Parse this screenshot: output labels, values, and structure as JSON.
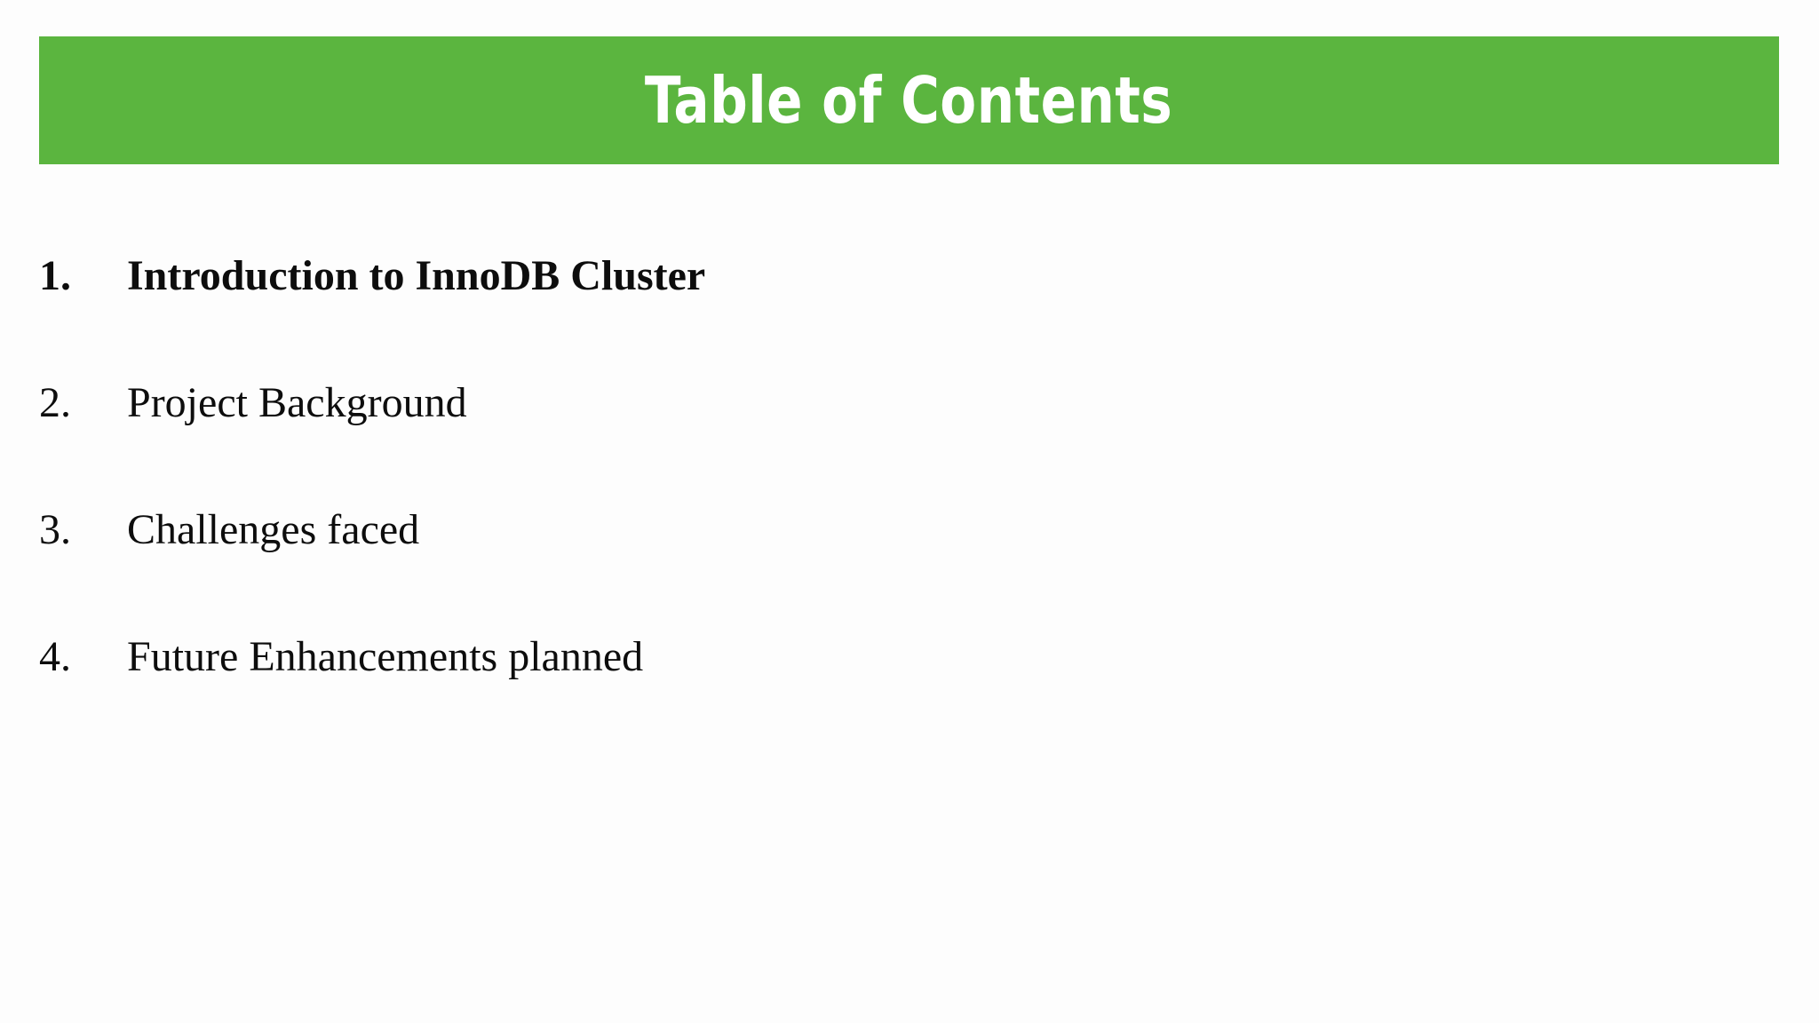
{
  "slide": {
    "background_color": "#fdfdfd",
    "title": {
      "text": "Table of Contents",
      "banner_color": "#5bb53f",
      "text_color": "#ffffff"
    },
    "contents": {
      "items": [
        {
          "number": "1.",
          "label": "Introduction to InnoDB Cluster",
          "emphasis": "bold"
        },
        {
          "number": "2.",
          "label": "Project Background",
          "emphasis": "normal"
        },
        {
          "number": "3.",
          "label": "Challenges faced",
          "emphasis": "normal"
        },
        {
          "number": "4.",
          "label": "Future Enhancements planned",
          "emphasis": "normal"
        }
      ]
    }
  }
}
